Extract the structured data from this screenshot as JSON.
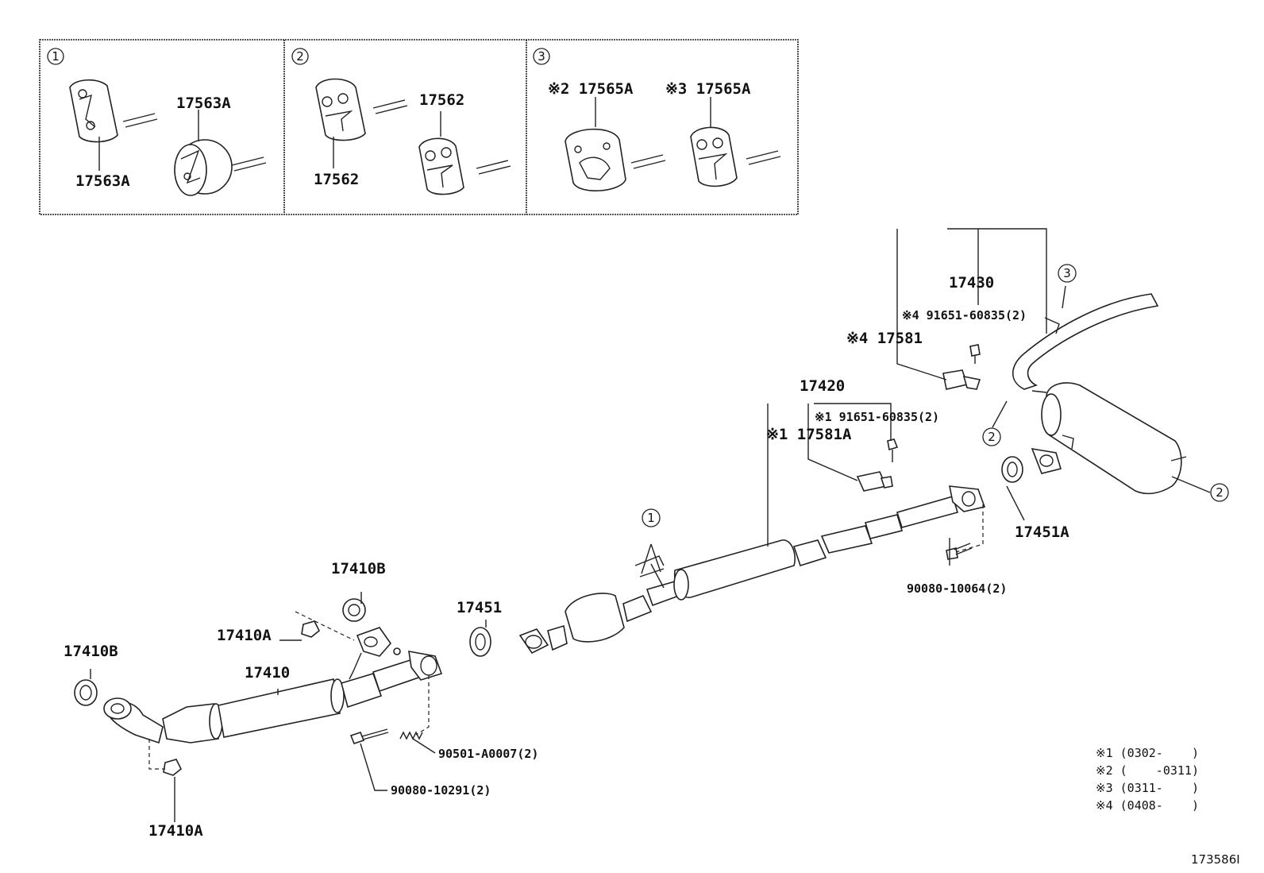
{
  "insets": [
    {
      "num": "1",
      "labels": [
        "17563A",
        "17563A"
      ]
    },
    {
      "num": "2",
      "labels": [
        "17562",
        "17562"
      ]
    },
    {
      "num": "3",
      "labels": [
        "※2 17565A",
        "※3 17565A"
      ]
    }
  ],
  "parts": {
    "p17430": "17430",
    "p17430_bolt": "※4 91651-60835(2)",
    "p17430_sensor": "※4 17581",
    "p17420": "17420",
    "p17420_bolt": "※1 91651-60835(2)",
    "p17420_sensor": "※1 17581A",
    "p17451A": "17451A",
    "p90080_10064": "90080-10064(2)",
    "p17410B_top": "17410B",
    "p17451": "17451",
    "p17410A_top": "17410A",
    "p17410B_left": "17410B",
    "p17410": "17410",
    "p90501": "90501-A0007(2)",
    "p90080_10291": "90080-10291(2)",
    "p17410A_bottom": "17410A"
  },
  "callouts": {
    "c1": "1",
    "c2a": "2",
    "c2b": "2",
    "c3": "3"
  },
  "legend": [
    "※1 (0302-    )",
    "※2 (    -0311)",
    "※3 (0311-    )",
    "※4 (0408-    )"
  ],
  "diagram_id": "173586I"
}
